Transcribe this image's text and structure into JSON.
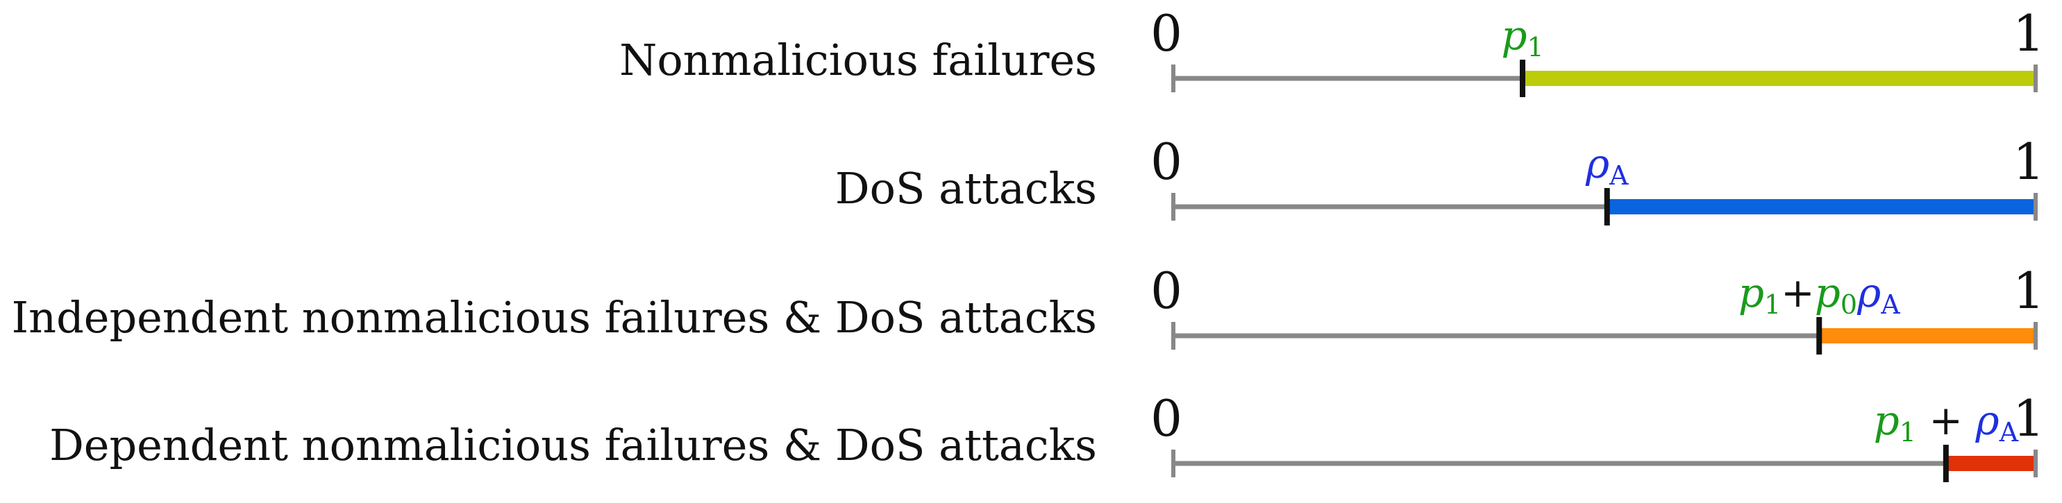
{
  "colors": {
    "axis": "#888888",
    "tick": "#111111",
    "green": "#1a9a1a",
    "blue": "#1f2fe0"
  },
  "rows": [
    {
      "label": "Nonmalicious failures",
      "start_label": "0",
      "end_label": "1",
      "threshold": 0.405,
      "segment_color": "#bccc0a",
      "marker": [
        {
          "t": "p",
          "c": "green",
          "i": true
        },
        {
          "t": "1",
          "c": "green",
          "sub": true
        }
      ]
    },
    {
      "label": "DoS attacks",
      "start_label": "0",
      "end_label": "1",
      "threshold": 0.503,
      "segment_color": "#0a64e0",
      "marker": [
        {
          "t": "ρ",
          "c": "blue",
          "i": true
        },
        {
          "t": "A",
          "c": "blue",
          "sub": true
        }
      ]
    },
    {
      "label": "Independent nonmalicious failures & DoS attacks",
      "start_label": "0",
      "end_label": "1",
      "threshold": 0.749,
      "segment_color": "#ff8c0a",
      "marker": [
        {
          "t": "p",
          "c": "green",
          "i": true
        },
        {
          "t": "1",
          "c": "green",
          "sub": true
        },
        {
          "t": "+",
          "c": "black"
        },
        {
          "t": "p",
          "c": "green",
          "i": true
        },
        {
          "t": "0",
          "c": "green",
          "sub": true
        },
        {
          "t": "ρ",
          "c": "blue",
          "i": true
        },
        {
          "t": "A",
          "c": "blue",
          "sub": true
        }
      ]
    },
    {
      "label": "Dependent nonmalicious failures & DoS attacks",
      "start_label": "0",
      "end_label": "1",
      "threshold": 0.896,
      "segment_color": "#e03206",
      "marker": [
        {
          "t": "p",
          "c": "green",
          "i": true
        },
        {
          "t": "1",
          "c": "green",
          "sub": true
        },
        {
          "t": " + ",
          "c": "black"
        },
        {
          "t": "ρ",
          "c": "blue",
          "i": true
        },
        {
          "t": "A",
          "c": "blue",
          "sub": true
        }
      ]
    }
  ]
}
